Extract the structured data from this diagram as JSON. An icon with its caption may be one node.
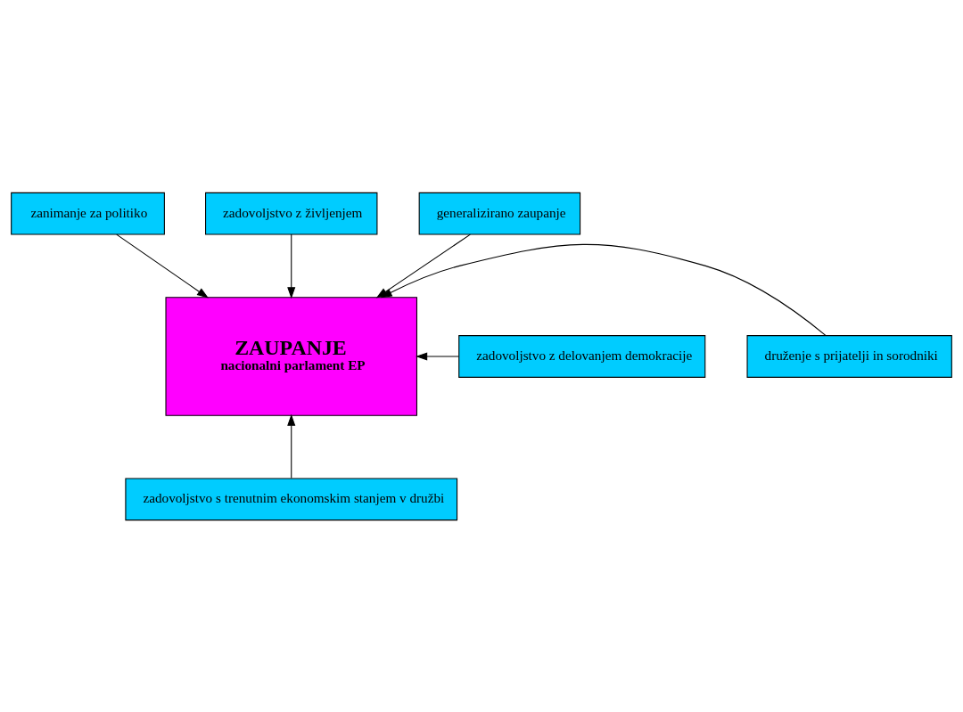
{
  "diagram": {
    "nodes": [
      {
        "text": [
          "zanimanje za politiko"
        ]
      },
      {
        "text": [
          "zadovoljstvo z življenjem"
        ]
      },
      {
        "text": [
          "generalizirano zaupanje"
        ]
      },
      {
        "text": [
          "ZAUPANJE",
          "nacionalni parlament EP"
        ]
      },
      {
        "text": [
          "zadovoljstvo z delovanjem demokracije"
        ]
      },
      {
        "text": [
          "druženje s prijatelji in sorodniki"
        ]
      },
      {
        "text": [
          "zadovoljstvo s trenutnim ekonomskim stanjem v družbi"
        ]
      }
    ],
    "edges": [
      {
        "from": 0,
        "to": 3,
        "arrow": "to"
      },
      {
        "from": 1,
        "to": 3,
        "arrow": "to"
      },
      {
        "from": 2,
        "to": 3,
        "arrow": "to"
      },
      {
        "from": 4,
        "to": 3,
        "arrow": "to"
      },
      {
        "from": 5,
        "to": 3,
        "arrow": "to"
      },
      {
        "from": 6,
        "to": 3,
        "arrow": "to"
      }
    ]
  }
}
